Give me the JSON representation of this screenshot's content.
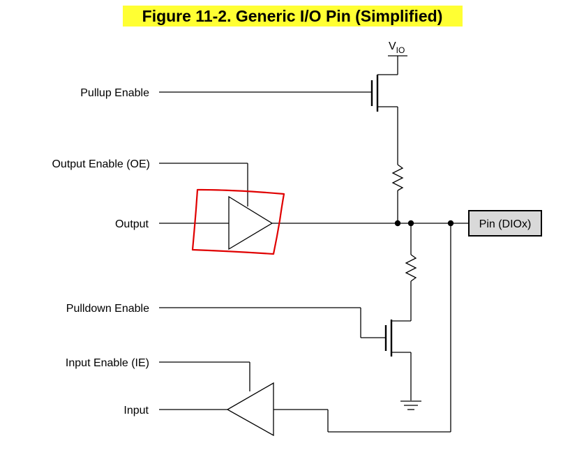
{
  "figure": {
    "title": "Figure 11-2. Generic I/O Pin (Simplified)"
  },
  "labels": {
    "pullup_enable": "Pullup Enable",
    "output_enable": "Output Enable (OE)",
    "output": "Output",
    "pulldown_enable": "Pulldown Enable",
    "input_enable": "Input Enable (IE)",
    "input": "Input",
    "pin": "Pin (DIOx)",
    "vio_main": "V",
    "vio_sub": "IO"
  },
  "colors": {
    "title_highlight": "#ffff33",
    "pin_box_fill": "#d9d9d9",
    "annotation": "#e00000"
  }
}
